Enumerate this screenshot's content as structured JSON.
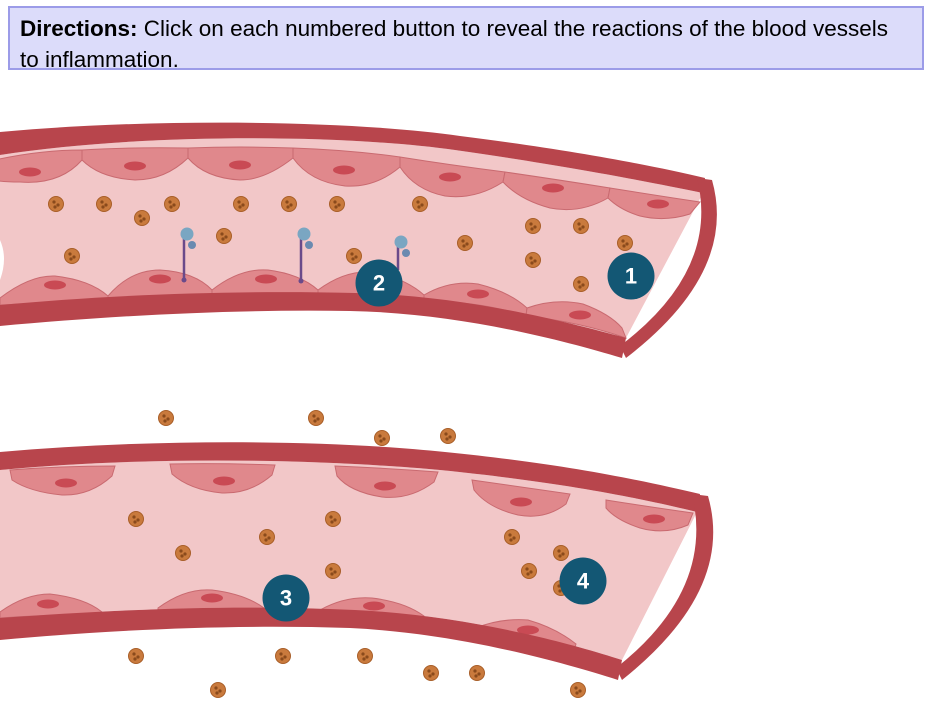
{
  "directions": {
    "label": "Directions:",
    "text": "Click on each numbered button to reveal the reactions of the blood vessels to inflammation."
  },
  "buttons": [
    {
      "label": "1"
    },
    {
      "label": "2"
    },
    {
      "label": "3"
    },
    {
      "label": "4"
    }
  ],
  "colors": {
    "vessel_wall": "#b8454c",
    "lumen": "#f2c7c8",
    "endothelial_cell": "#e0888c",
    "nucleus": "#c94a54",
    "blood_cell": "#c97a3d",
    "button": "#135774",
    "directions_bg": "#dcdcfa",
    "directions_border": "#9c9ce8"
  }
}
